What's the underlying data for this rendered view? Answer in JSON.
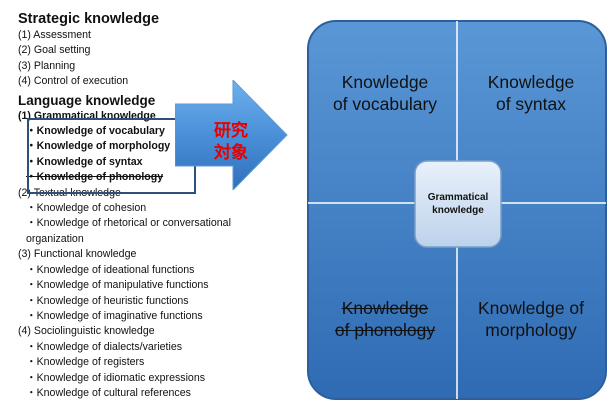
{
  "left": {
    "strategic": {
      "title": "Strategic knowledge",
      "items": [
        "(1) Assessment",
        "(2) Goal setting",
        "(3) Planning",
        "(4) Control of execution"
      ]
    },
    "language": {
      "title": "Language knowledge",
      "grammatical": {
        "label": "(1) Grammatical knowledge",
        "items": [
          "・Knowledge of vocabulary",
          "・Knowledge of morphology",
          "・Knowledge of syntax",
          "・Knowledge of phonology"
        ]
      },
      "textual": {
        "label": "(2) Textual knowledge",
        "items": [
          "・Knowledge of cohesion",
          "・Knowledge of rhetorical or conversational organization"
        ]
      },
      "functional": {
        "label": "(3) Functional knowledge",
        "items": [
          "・Knowledge of ideational functions",
          "・Knowledge of manipulative functions",
          "・Knowledge of heuristic functions",
          "・Knowledge of imaginative functions"
        ]
      },
      "sociolinguistic": {
        "label": "(4) Sociolinguistic knowledge",
        "items": [
          "・Knowledge of dialects/varieties",
          "・Knowledge of registers",
          "・Knowledge of idiomatic expressions",
          "・Knowledge of cultural references"
        ]
      }
    }
  },
  "arrow": {
    "line1": "研究",
    "line2": "対象",
    "text_color": "#e60000",
    "fill": "#4a90d9"
  },
  "matrix": {
    "top_left": {
      "line1": "Knowledge",
      "line2": "of vocabulary"
    },
    "top_right": {
      "line1": "Knowledge",
      "line2": "of syntax"
    },
    "bottom_left": {
      "line1": "Knowledge",
      "line2": "of phonology"
    },
    "bottom_right": {
      "line1": "Knowledge of",
      "line2": "morphology"
    },
    "center": {
      "line1": "Grammatical",
      "line2": "knowledge"
    },
    "fill": "#3f7fc6"
  }
}
